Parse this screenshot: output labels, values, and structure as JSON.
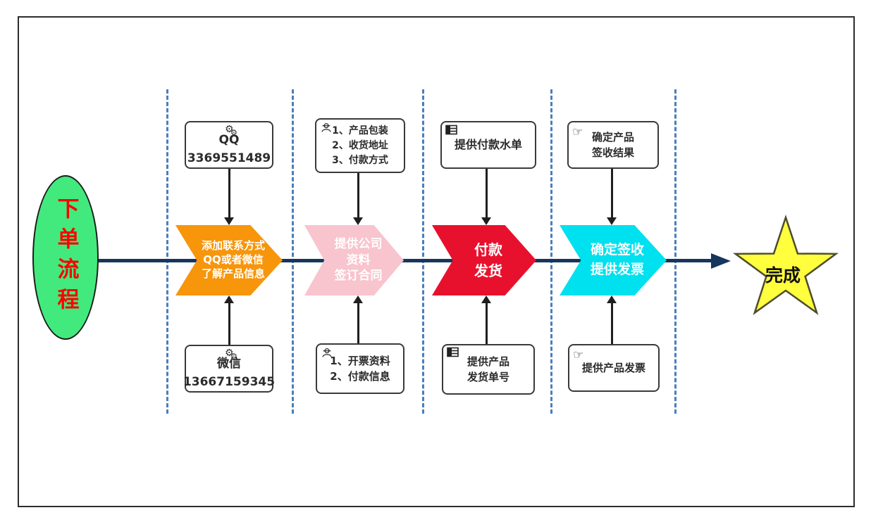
{
  "start": {
    "label": "下单流程"
  },
  "finish": {
    "label": "完成"
  },
  "icons": {
    "gear_glyph": "⚙",
    "pointing_hand_glyph": "☞"
  },
  "colors": {
    "start_fill": "#42ea7d",
    "start_text": "#ff0000",
    "step1": "#f7950b",
    "step2": "#f8c4cd",
    "step3": "#e8112d",
    "step4": "#00e1ef",
    "finish_fill": "#ffff3d",
    "finish_stroke": "#4c4c2e",
    "flow_line": "#16365c",
    "divider": "#4a7ebb"
  },
  "steps": [
    {
      "lines": [
        "添加联系方式",
        "QQ或者微信",
        "了解产品信息"
      ]
    },
    {
      "lines": [
        "提供公司",
        "资料",
        "签订合同"
      ]
    },
    {
      "lines": [
        "付款",
        "发货"
      ]
    },
    {
      "lines": [
        "确定签收",
        "提供发票"
      ]
    }
  ],
  "top_notes": [
    {
      "icon": "gears-icon",
      "lines": [
        "QQ",
        "3369551489"
      ]
    },
    {
      "icon": "worker-icon",
      "lines": [
        "1、产品包装",
        "2、收货地址",
        "3、付款方式"
      ]
    },
    {
      "icon": "table-icon",
      "lines": [
        "提供付款水单"
      ]
    },
    {
      "icon": "pointing-hand-icon",
      "lines": [
        "确定产品",
        "签收结果"
      ]
    }
  ],
  "bottom_notes": [
    {
      "icon": "gears-icon",
      "lines": [
        "微信",
        "13667159345"
      ]
    },
    {
      "icon": "worker-icon",
      "lines": [
        "1、开票资料",
        "2、付款信息"
      ]
    },
    {
      "icon": "table-icon",
      "lines": [
        "提供产品",
        "发货单号"
      ]
    },
    {
      "icon": "pointing-hand-icon",
      "lines": [
        "提供产品发票"
      ]
    }
  ]
}
